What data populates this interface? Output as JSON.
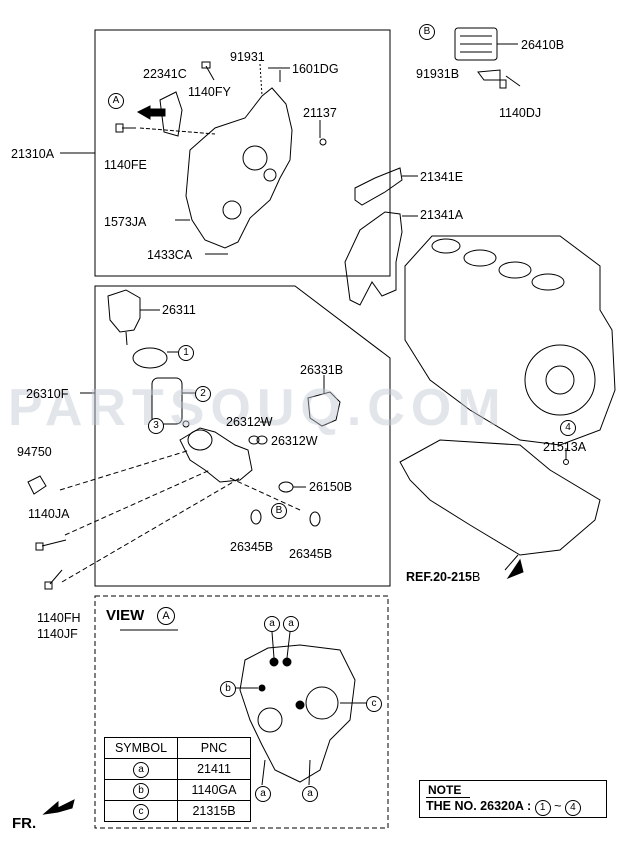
{
  "watermark": "PARTSOUQ.COM",
  "labels": {
    "p22341C": "22341C",
    "p91931": "91931",
    "p1601DG": "1601DG",
    "p1140FY": "1140FY",
    "p21137": "21137",
    "p21310A": "21310A",
    "p1140FE": "1140FE",
    "p1573JA": "1573JA",
    "p1433CA": "1433CA",
    "p26410B": "26410B",
    "p91931B": "91931B",
    "p1140DJ": "1140DJ",
    "p21341E": "21341E",
    "p21341A": "21341A",
    "p26311": "26311",
    "p26310F": "26310F",
    "p26331B": "26331B",
    "p26312W_a": "26312W",
    "p26312W_b": "26312W",
    "p94750": "94750",
    "p26150B": "26150B",
    "p1140JA": "1140JA",
    "p26345B_a": "26345B",
    "p26345B_b": "26345B",
    "p21513A": "21513A",
    "ref": "REF.20-215",
    "refB": "B",
    "p1140FH": "1140FH",
    "p1140JF": "1140JF",
    "fr": "FR."
  },
  "callouts": {
    "A": "A",
    "B": "B",
    "one": "1",
    "two": "2",
    "three": "3",
    "four": "4",
    "a": "a",
    "b": "b",
    "c": "c"
  },
  "view": {
    "title": "VIEW",
    "letter": "A"
  },
  "symbol_table": {
    "headers": [
      "SYMBOL",
      "PNC"
    ],
    "rows": [
      {
        "symbol": "a",
        "pnc": "21411"
      },
      {
        "symbol": "b",
        "pnc": "1140GA"
      },
      {
        "symbol": "c",
        "pnc": "21315B"
      }
    ]
  },
  "note": {
    "title": "NOTE",
    "prefix": "THE NO. 26320A :",
    "from": "1",
    "tilde": "~",
    "to": "4"
  }
}
